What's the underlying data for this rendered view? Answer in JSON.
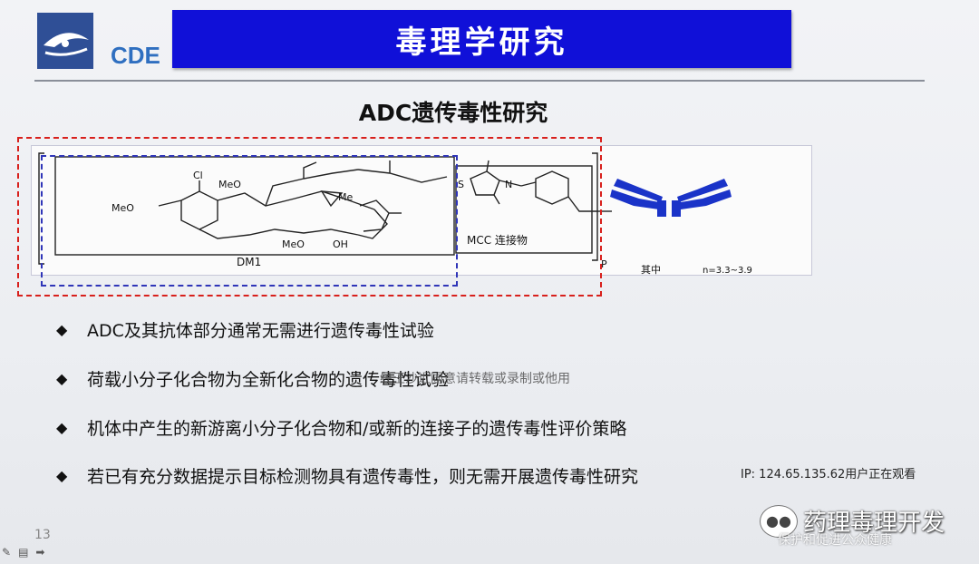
{
  "slide": {
    "logo_text": "CDE",
    "title": "毒理学研究",
    "subtitle": "ADC遗传毒性研究",
    "figure": {
      "labels": {
        "meo1": "MeO",
        "cl": "Cl",
        "meo2": "MeO",
        "me": "Me",
        "meo3": "MeO",
        "oh": "OH",
        "dm1": "DM1",
        "mcc": "MCC 连接物",
        "s": "S",
        "n": "N",
        "p": "P",
        "note_prefix": "其中",
        "note_range": "n=3.3~3.9"
      }
    },
    "bullets": [
      "ADC及其抗体部分通常无需进行遗传毒性试验",
      "荷载小分子化合物为全新化合物的遗传毒性试验",
      "机体中产生的新游离小分子化合物和/或新的连接子的遗传毒性评价策略",
      "若已有充分数据提示目标检测物具有遗传毒性，则无需开展遗传毒性研究"
    ],
    "overlay_text": "经王沙近同意请转载或录制或他用",
    "ip_notice": "IP: 124.65.135.62用户正在观看",
    "page_number": "13"
  },
  "watermark": {
    "name": "药理毒理开发",
    "sub": "保护和促进公众健康"
  },
  "colors": {
    "title_bar": "#1010d8",
    "red_dash": "#d8201c",
    "blue_dash": "#2f35b8",
    "antibody": "#1a33c8"
  }
}
